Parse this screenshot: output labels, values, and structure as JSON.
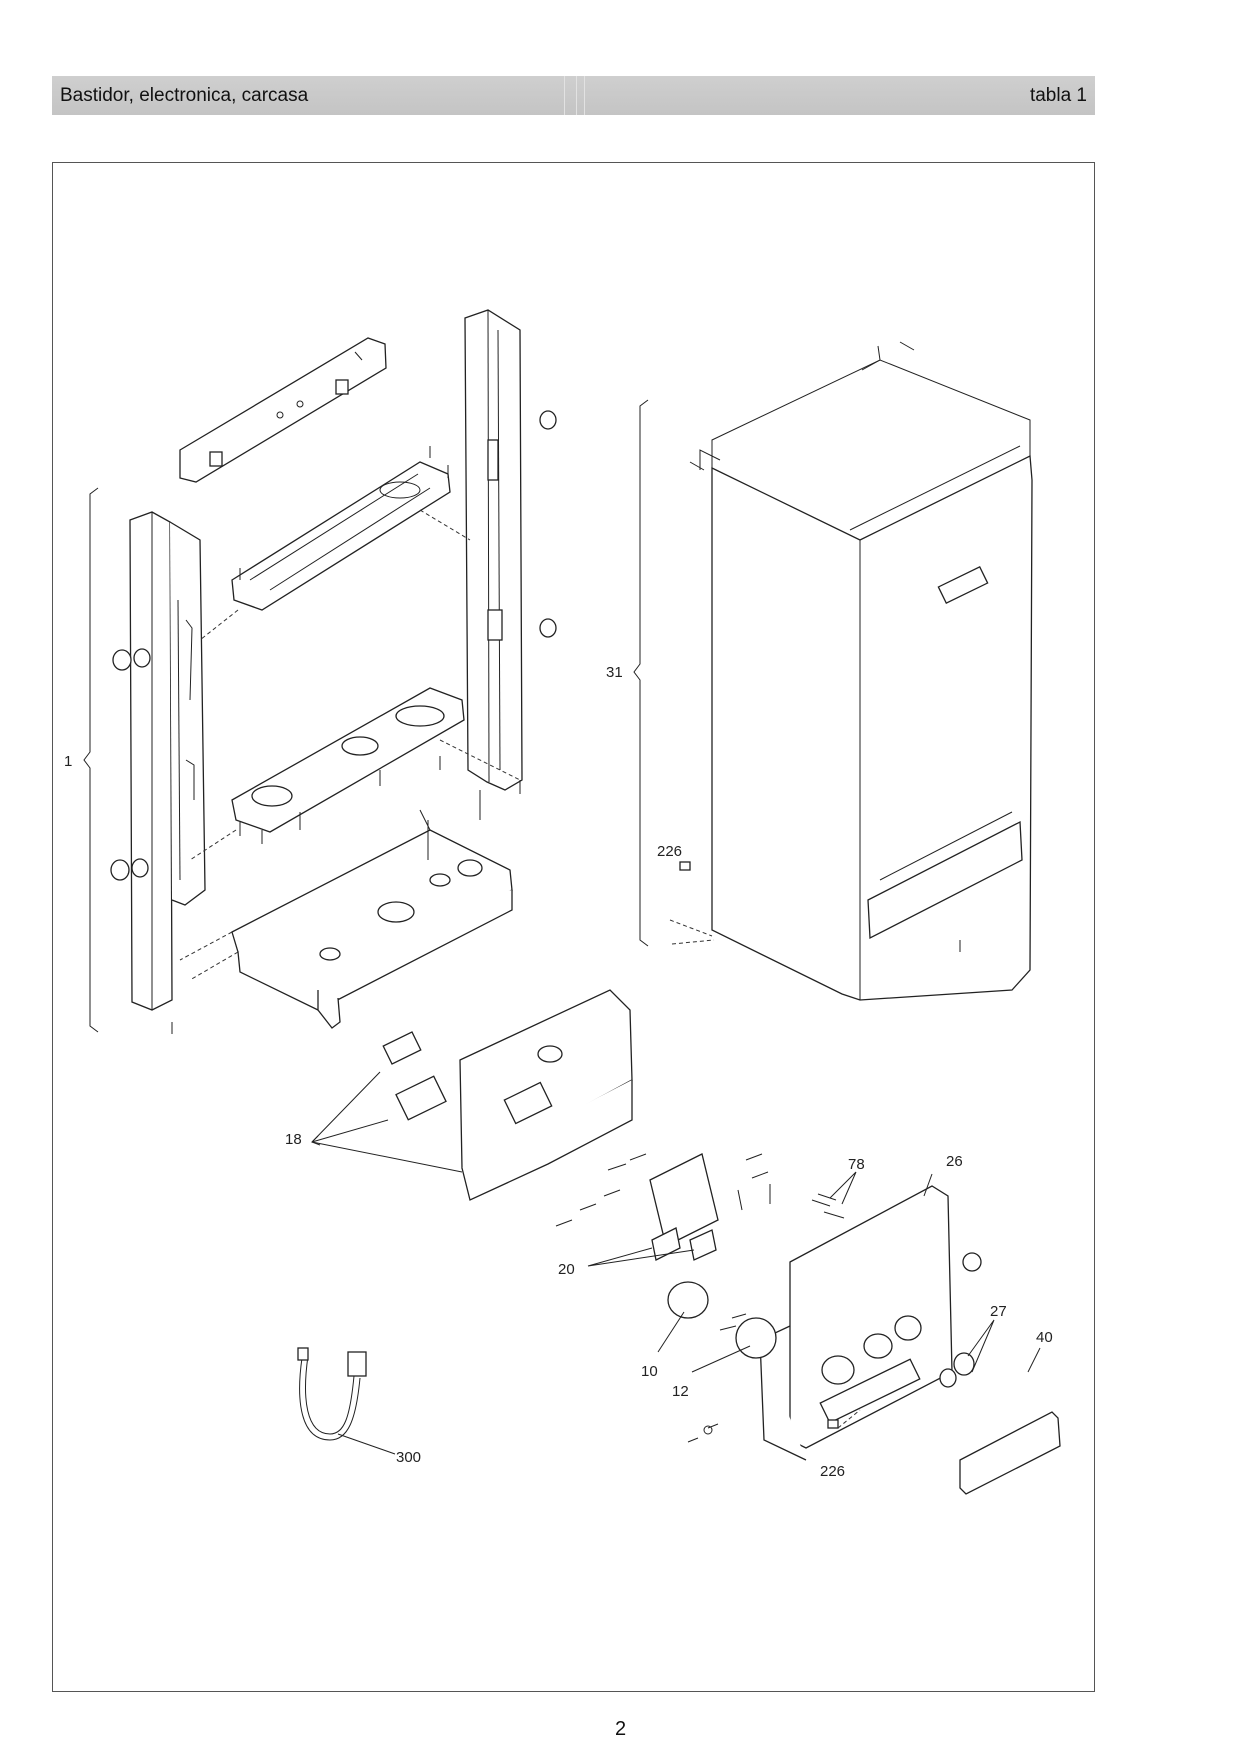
{
  "header": {
    "title": "Bastidor, electronica, carcasa",
    "table_label": "tabla 1"
  },
  "callouts": {
    "c1": "1",
    "c31": "31",
    "c226_top": "226",
    "c18": "18",
    "c78": "78",
    "c26": "26",
    "c20": "20",
    "c27": "27",
    "c40": "40",
    "c10": "10",
    "c12": "12",
    "c300": "300",
    "c226_bottom": "226"
  },
  "footer": {
    "page_number": "2"
  }
}
